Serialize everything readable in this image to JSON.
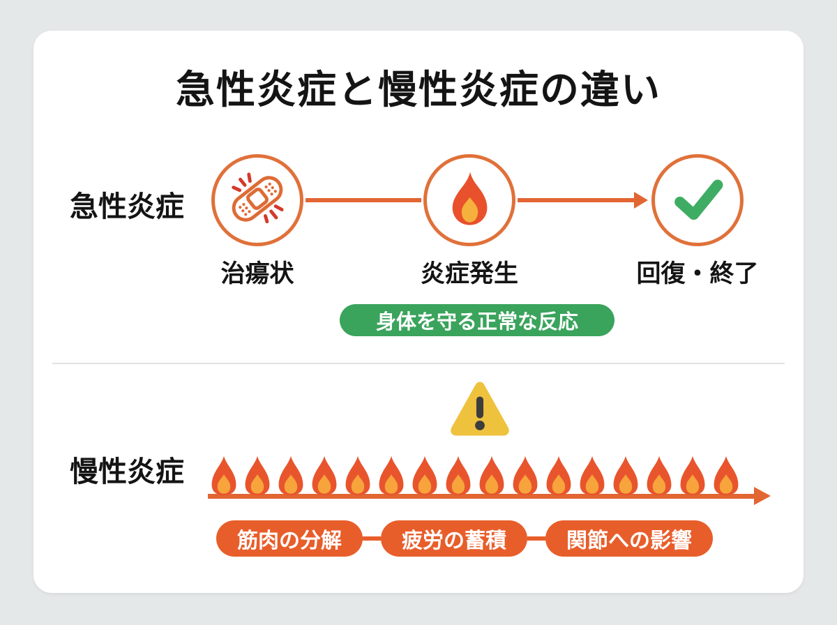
{
  "title": "急性炎症と慢性炎症の違い",
  "acute": {
    "label": "急性炎症",
    "steps": [
      {
        "icon": "bandage-icon",
        "label": "治瘍状"
      },
      {
        "icon": "flame-icon",
        "label": "炎症発生"
      },
      {
        "icon": "check-icon",
        "label": "回復・終了"
      }
    ],
    "badge": "身体を守る正常な反応"
  },
  "chronic": {
    "label": "慢性炎症",
    "warning_icon": "warning-icon",
    "flame_count": 16,
    "badges": [
      "筋肉の分解",
      "疲労の蓄積",
      "関節への影響"
    ]
  },
  "colors": {
    "orange": "#E0713A",
    "orange_deep": "#E26532",
    "orange_badge": "#E85E2B",
    "green": "#3AA35C",
    "green_check": "#3EAD63",
    "yellow": "#EFC23D",
    "flame_body": "#E8552D",
    "flame_inner": "#F7A43C",
    "background": "#E5E8E9",
    "card": "#FFFFFF",
    "text": "#141414"
  }
}
